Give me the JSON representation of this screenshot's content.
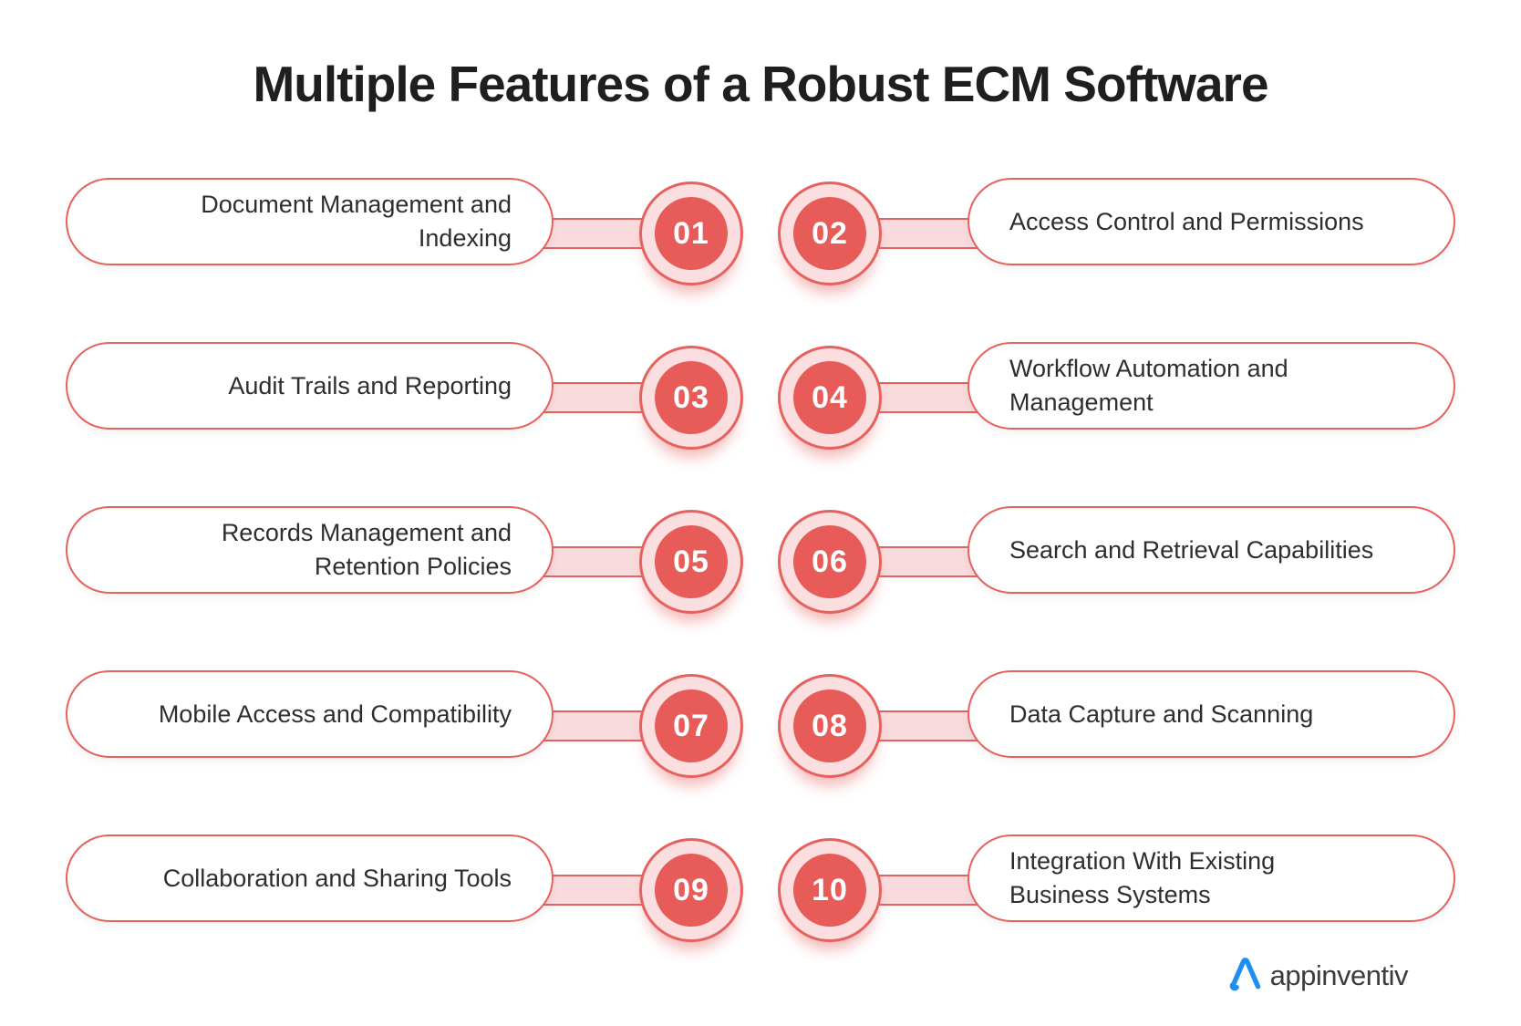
{
  "title": "Multiple Features of a Robust ECM Software",
  "features": [
    {
      "number": "01",
      "label": "Document Management and\nIndexing"
    },
    {
      "number": "02",
      "label": "Access Control and Permissions"
    },
    {
      "number": "03",
      "label": "Audit Trails and Reporting"
    },
    {
      "number": "04",
      "label": "Workflow Automation and\nManagement"
    },
    {
      "number": "05",
      "label": "Records Management and\nRetention Policies"
    },
    {
      "number": "06",
      "label": "Search and Retrieval Capabilities"
    },
    {
      "number": "07",
      "label": "Mobile Access and Compatibility"
    },
    {
      "number": "08",
      "label": "Data Capture and Scanning"
    },
    {
      "number": "09",
      "label": "Collaboration and Sharing Tools"
    },
    {
      "number": "10",
      "label": "Integration With Existing\nBusiness Systems"
    }
  ],
  "logo": {
    "text": "appinventiv",
    "icon": "appinventiv-a-mark"
  },
  "colors": {
    "accent": "#e6625e",
    "badge_fill": "#e75b58",
    "light_pink": "#fbdee0",
    "connector_pink": "#fadbdd",
    "logo_blue": "#1e8ff2",
    "title_text": "#1f1f1f",
    "label_text": "#2e2e2e"
  }
}
